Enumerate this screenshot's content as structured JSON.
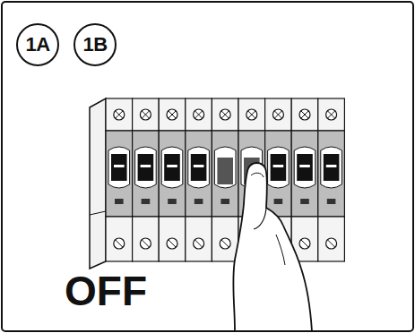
{
  "diagram": {
    "nodes": [
      {
        "text": [
          "1A"
        ]
      },
      {
        "text": [
          "1B"
        ]
      }
    ],
    "labels": [
      "OFF"
    ]
  }
}
